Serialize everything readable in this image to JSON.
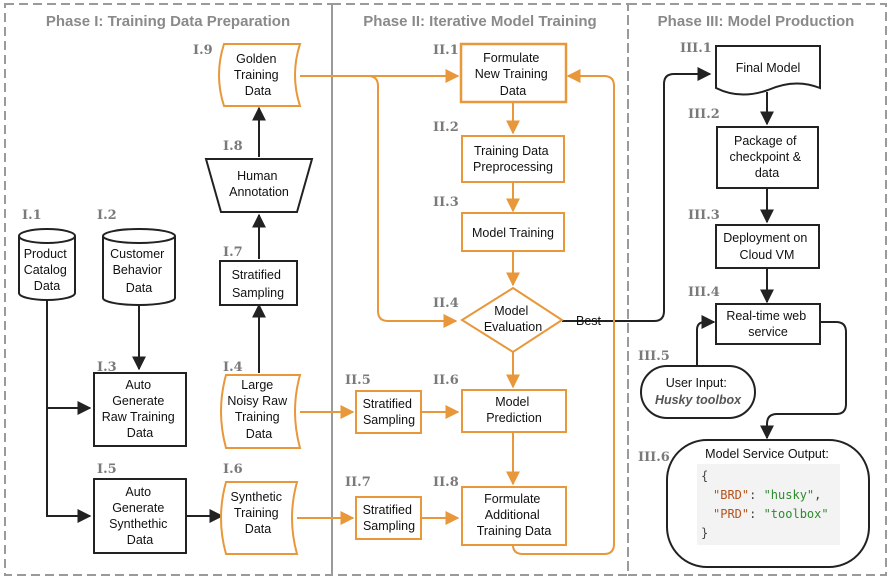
{
  "phases": {
    "p1": "Phase I: Training Data Preparation",
    "p2": "Phase II: Iterative Model Training",
    "p3": "Phase III: Model Production"
  },
  "steps": {
    "I1": "I.1",
    "I2": "I.2",
    "I3": "I.3",
    "I4": "I.4",
    "I5": "I.5",
    "I6": "I.6",
    "I7": "I.7",
    "I8": "I.8",
    "I9": "I.9",
    "II1": "II.1",
    "II2": "II.2",
    "II3": "II.3",
    "II4": "II.4",
    "II5": "II.5",
    "II6": "II.6",
    "II7": "II.7",
    "II8": "II.8",
    "III1": "III.1",
    "III2": "III.2",
    "III3": "III.3",
    "III4": "III.4",
    "III5": "III.5",
    "III6": "III.6"
  },
  "nodes": {
    "product_catalog": [
      "Product",
      "Catalog",
      "Data"
    ],
    "customer_behavior": [
      "Customer",
      "Behavior",
      "Data"
    ],
    "auto_raw": [
      "Auto",
      "Generate",
      "Raw Training",
      "Data"
    ],
    "large_noisy": [
      "Large",
      "Noisy Raw",
      "Training",
      "Data"
    ],
    "auto_synth": [
      "Auto",
      "Generate",
      "Synthethic",
      "Data"
    ],
    "synthetic": [
      "Synthetic",
      "Training",
      "Data"
    ],
    "stratified_1": [
      "Stratified",
      "Sampling"
    ],
    "human_annotation": [
      "Human",
      "Annotation"
    ],
    "golden": [
      "Golden",
      "Training",
      "Data"
    ],
    "formulate_new": [
      "Formulate",
      "New Training",
      "Data"
    ],
    "preprocessing": [
      "Training Data",
      "Preprocessing"
    ],
    "model_training": [
      "Model Training"
    ],
    "model_evaluation": [
      "Model",
      "Evaluation"
    ],
    "stratified_2": [
      "Stratified",
      "Sampling"
    ],
    "model_prediction": [
      "Model",
      "Prediction"
    ],
    "stratified_3": [
      "Stratified",
      "Sampling"
    ],
    "formulate_additional": [
      "Formulate",
      "Additional",
      "Training Data"
    ],
    "final_model": [
      "Final Model"
    ],
    "package": [
      "Package of",
      "checkpoint &",
      "data"
    ],
    "deployment": [
      "Deployment on",
      "Cloud VM"
    ],
    "realtime": [
      "Real-time web",
      "service"
    ],
    "user_input": [
      "User Input:",
      "Husky toolbox"
    ],
    "output_title": "Model Service Output:"
  },
  "edge_labels": {
    "best": "Best"
  },
  "json_output": {
    "open": "{",
    "close": "}",
    "rows": [
      {
        "key": "\"BRD\"",
        "sep": ": ",
        "value": "\"husky\"",
        "tail": ","
      },
      {
        "key": "\"PRD\"",
        "sep": ": ",
        "value": "\"toolbox\"",
        "tail": ""
      }
    ]
  },
  "colors": {
    "orange": "#e8973a",
    "dark": "#222222",
    "phase_border": "#9a9a9a",
    "json_key": "#b5531b",
    "json_value": "#2e8b2e"
  }
}
